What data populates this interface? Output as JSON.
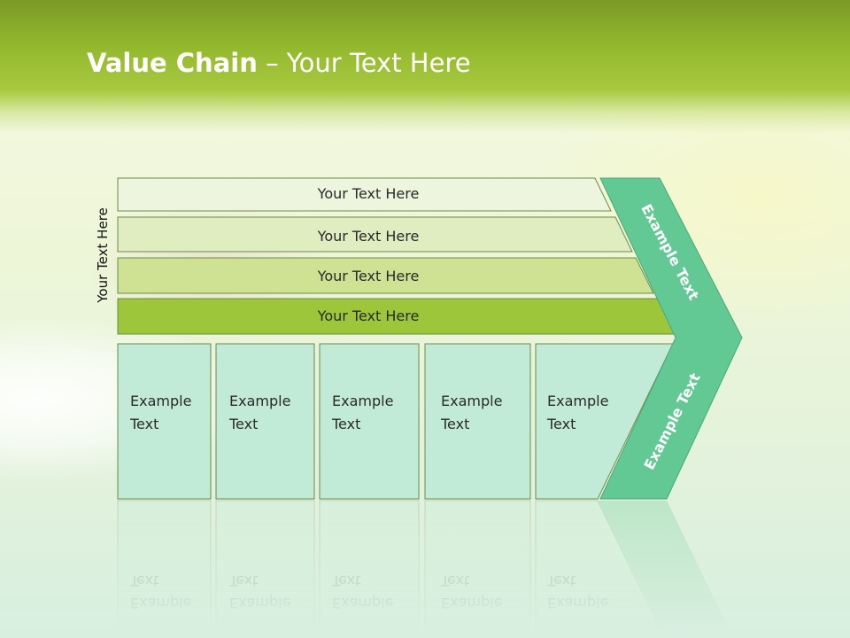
{
  "title": {
    "strong": "Value Chain",
    "rest": " – Your Text Here"
  },
  "side_label": "Your Text Here",
  "bars": [
    {
      "label": "Your Text Here",
      "color": "#eef5de"
    },
    {
      "label": "Your Text Here",
      "color": "#e0edc1"
    },
    {
      "label": "Your Text Here",
      "color": "#cfe294"
    },
    {
      "label": "Your Text Here",
      "color": "#9dc63a"
    }
  ],
  "boxes": [
    {
      "line1": "Example",
      "line2": "Text"
    },
    {
      "line1": "Example",
      "line2": "Text"
    },
    {
      "line1": "Example",
      "line2": "Text"
    },
    {
      "line1": "Example",
      "line2": "Text"
    },
    {
      "line1": "Example",
      "line2": "Text"
    }
  ],
  "chevron": {
    "upper_label": "Example Text",
    "lower_label": "Example Text",
    "color": "#62c894"
  },
  "colors": {
    "box_fill": "#c2ebd7",
    "outline": "#6a8a4a"
  }
}
